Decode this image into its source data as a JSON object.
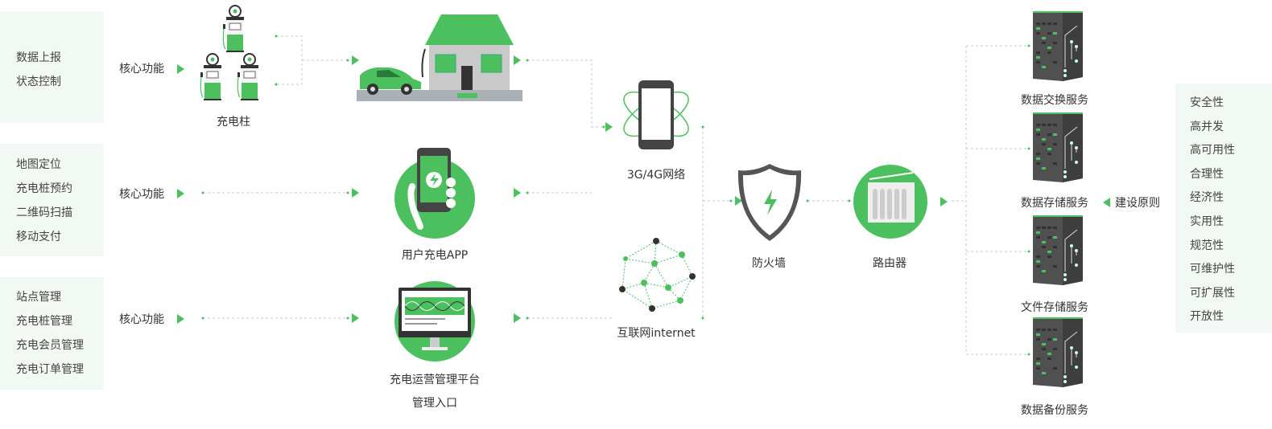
{
  "feature_groups": [
    {
      "items": [
        "数据上报",
        "状态控制"
      ]
    },
    {
      "items": [
        "地图定位",
        "充电桩预约",
        "二维码扫描",
        "移动支付"
      ]
    },
    {
      "items": [
        "站点管理",
        "充电桩管理",
        "充电会员管理",
        "充电订单管理"
      ]
    }
  ],
  "core_label": "核心功能",
  "nodes": {
    "charger": "充电柱",
    "app": "用户充电APP",
    "platform": [
      "充电运营管理平台",
      "管理入口"
    ],
    "mobile_network": "3G/4G网络",
    "internet": "互联网internet",
    "firewall": "防火墙",
    "router": "路由器"
  },
  "servers": [
    "数据交换服务",
    "数据存储服务",
    "文件存储服务",
    "数据备份服务"
  ],
  "principles_label": "建设原则",
  "principles": [
    "安全性",
    "高并发",
    "高可用性",
    "合理性",
    "经济性",
    "实用性",
    "规范性",
    "可维护性",
    "可扩展性",
    "开放性"
  ],
  "colors": {
    "accent": "#4cc05f",
    "panel": "#f2f9f4",
    "server": "#4a4a4a"
  }
}
